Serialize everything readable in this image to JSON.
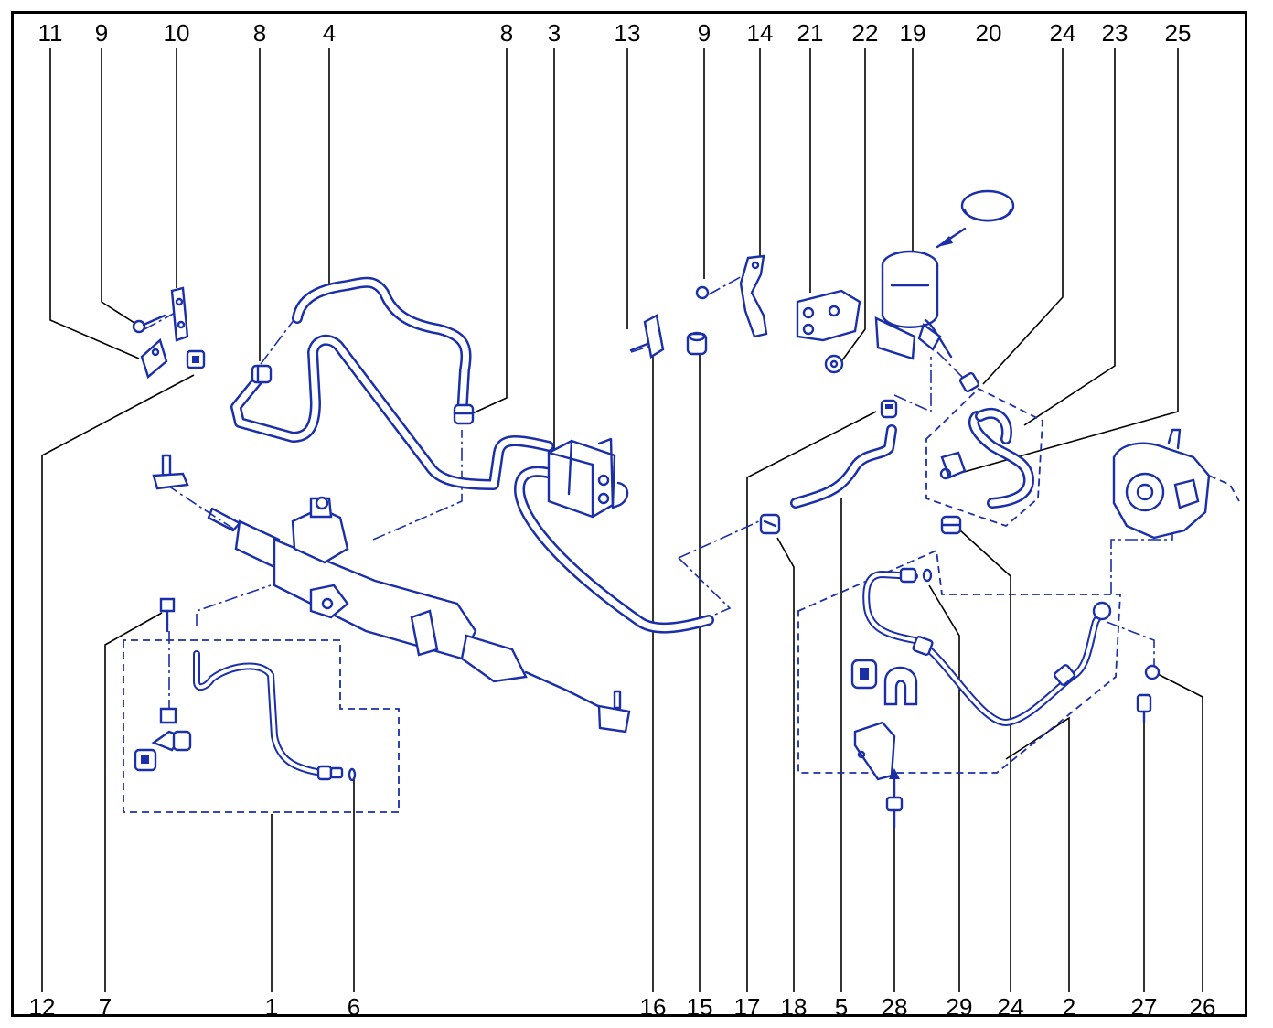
{
  "diagram": {
    "accent_color": "#1a2fa8",
    "top_labels": [
      "11",
      "9",
      "10",
      "8",
      "4",
      "8",
      "3",
      "13",
      "9",
      "14",
      "21",
      "22",
      "19",
      "20",
      "24",
      "23",
      "25"
    ],
    "bottom_labels": [
      "12",
      "7",
      "1",
      "6",
      "16",
      "15",
      "17",
      "18",
      "5",
      "28",
      "29",
      "24",
      "2",
      "27",
      "26"
    ]
  }
}
